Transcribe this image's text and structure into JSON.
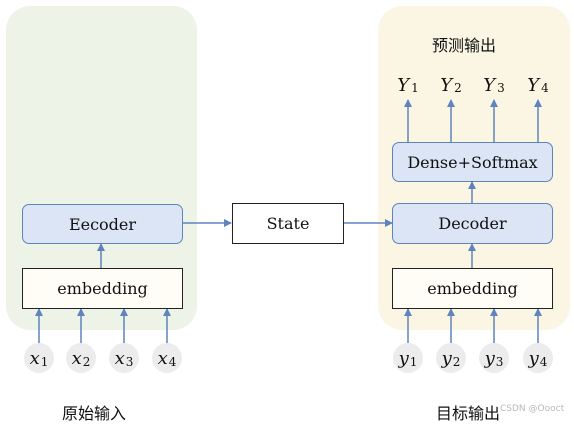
{
  "encoder": {
    "block_label": "Eecoder",
    "embedding_label": "embedding",
    "inputs": [
      {
        "var": "x",
        "sub": "1"
      },
      {
        "var": "x",
        "sub": "2"
      },
      {
        "var": "x",
        "sub": "3"
      },
      {
        "var": "x",
        "sub": "4"
      }
    ],
    "caption": "原始输入"
  },
  "state_label": "State",
  "decoder": {
    "top_caption": "预测输出",
    "outputs": [
      {
        "var": "Y",
        "sub": "1"
      },
      {
        "var": "Y",
        "sub": "2"
      },
      {
        "var": "Y",
        "sub": "3"
      },
      {
        "var": "Y",
        "sub": "4"
      }
    ],
    "dense_label": "Dense+Softmax",
    "block_label": "Decoder",
    "embedding_label": "embedding",
    "inputs": [
      {
        "var": "y",
        "sub": "1"
      },
      {
        "var": "y",
        "sub": "2"
      },
      {
        "var": "y",
        "sub": "3"
      },
      {
        "var": "y",
        "sub": "4"
      }
    ],
    "caption": "目标输出"
  },
  "watermark": "CSDN @Oooct",
  "colors": {
    "encoder_panel": "#eef3e8",
    "decoder_panel": "#fbf6e4",
    "block_fill": "#dbe5f5",
    "block_border": "#5f83bd",
    "arrow": "#5f83bd",
    "token_fill": "#ececec"
  }
}
